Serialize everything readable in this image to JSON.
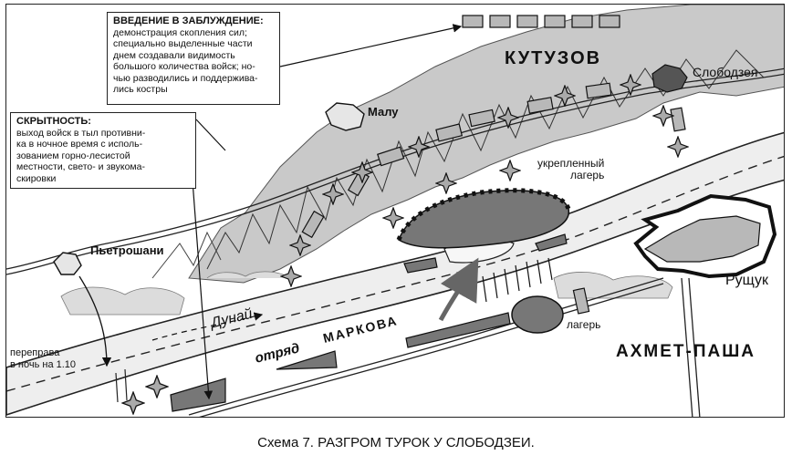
{
  "callouts": {
    "misdirection": {
      "title": "ВВЕДЕНИЕ В ЗАБЛУЖДЕНИЕ:",
      "text": "демонстрация скопления сил;\nспециально выделенные части\nднем создавали видимость\nбольшого количества войск; но-\nчью разводились и поддержива-\nлись костры"
    },
    "stealth": {
      "title": "СКРЫТНОСТЬ:",
      "text": "выход войск в тыл противни-\nка в ночное время с исполь-\nзованием горно-лесистой\nместности, свето- и звукома-\nскировки"
    }
  },
  "map_labels": {
    "kutuzov": "КУТУЗОВ",
    "slobodzeya": "Слободзея",
    "malu": "Малу",
    "fortified_camp": "укрепленный\nлагерь",
    "petroshani": "Пьетрошани",
    "danube": "Дунай",
    "detachment": "отряд",
    "markov": "МАРКОВА",
    "crossing": "переправа\nв ночь на 1.10",
    "camp": "лагерь",
    "ruschuk": "Рущук",
    "akhmet_pasha": "АХМЕТ-ПАША"
  },
  "caption": "Схема 7. РАЗГРОМ ТУРОК У СЛОБОДЗЕИ.",
  "colors": {
    "ink": "#111111",
    "unit_fill": "#b8b8b8",
    "camp_fill": "#777777",
    "river_fill": "#eeeeee",
    "hills_fill": "#c9c9c9"
  }
}
